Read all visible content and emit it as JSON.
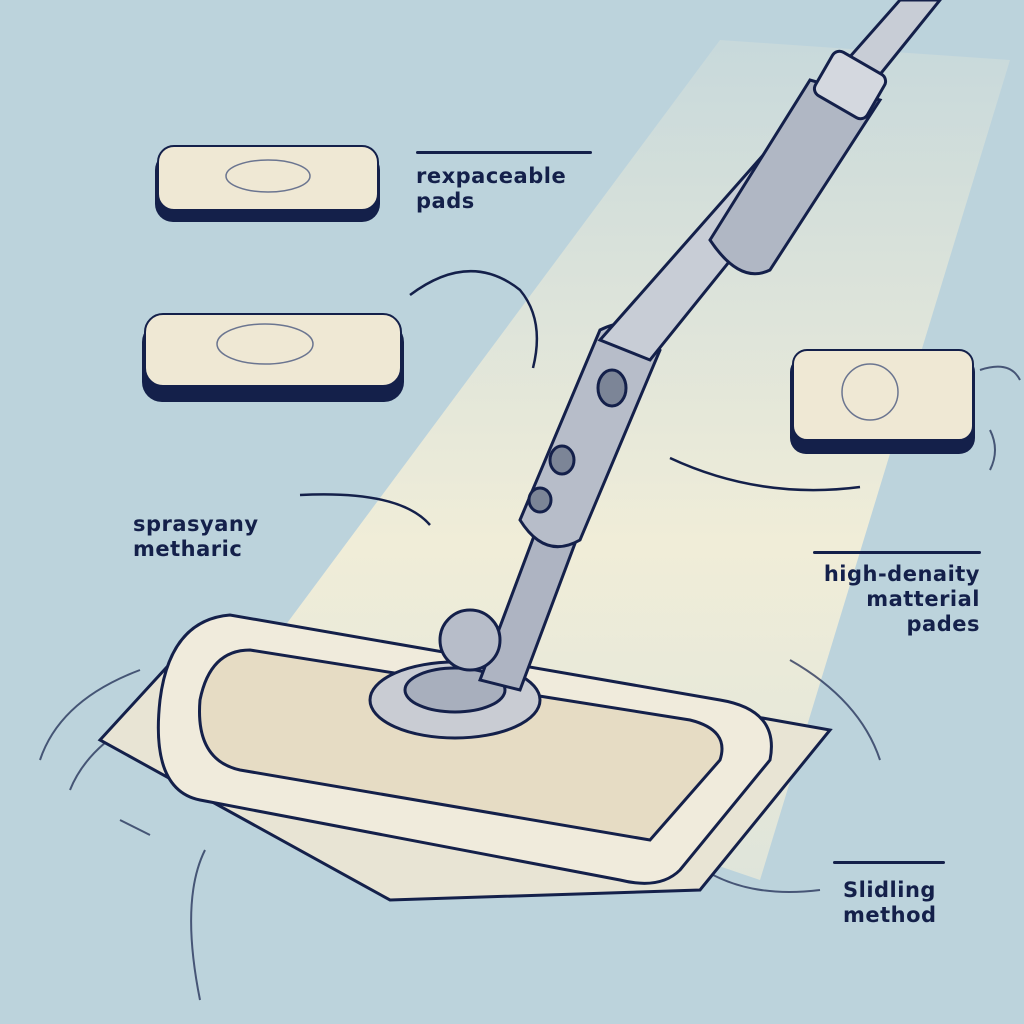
{
  "labels": {
    "replaceable_pads": [
      "rexpaceable",
      "pads"
    ],
    "spray_mechanic": [
      "sprasyany",
      "metharic"
    ],
    "high_density": [
      "high-denaity",
      "matterial",
      "pades"
    ],
    "sliding_method": [
      "Slidling",
      "method"
    ]
  },
  "colors": {
    "background": "#bcd3dc",
    "ink": "#14204a",
    "pad": "#efe8d4",
    "beam": "#f6f0d8"
  }
}
